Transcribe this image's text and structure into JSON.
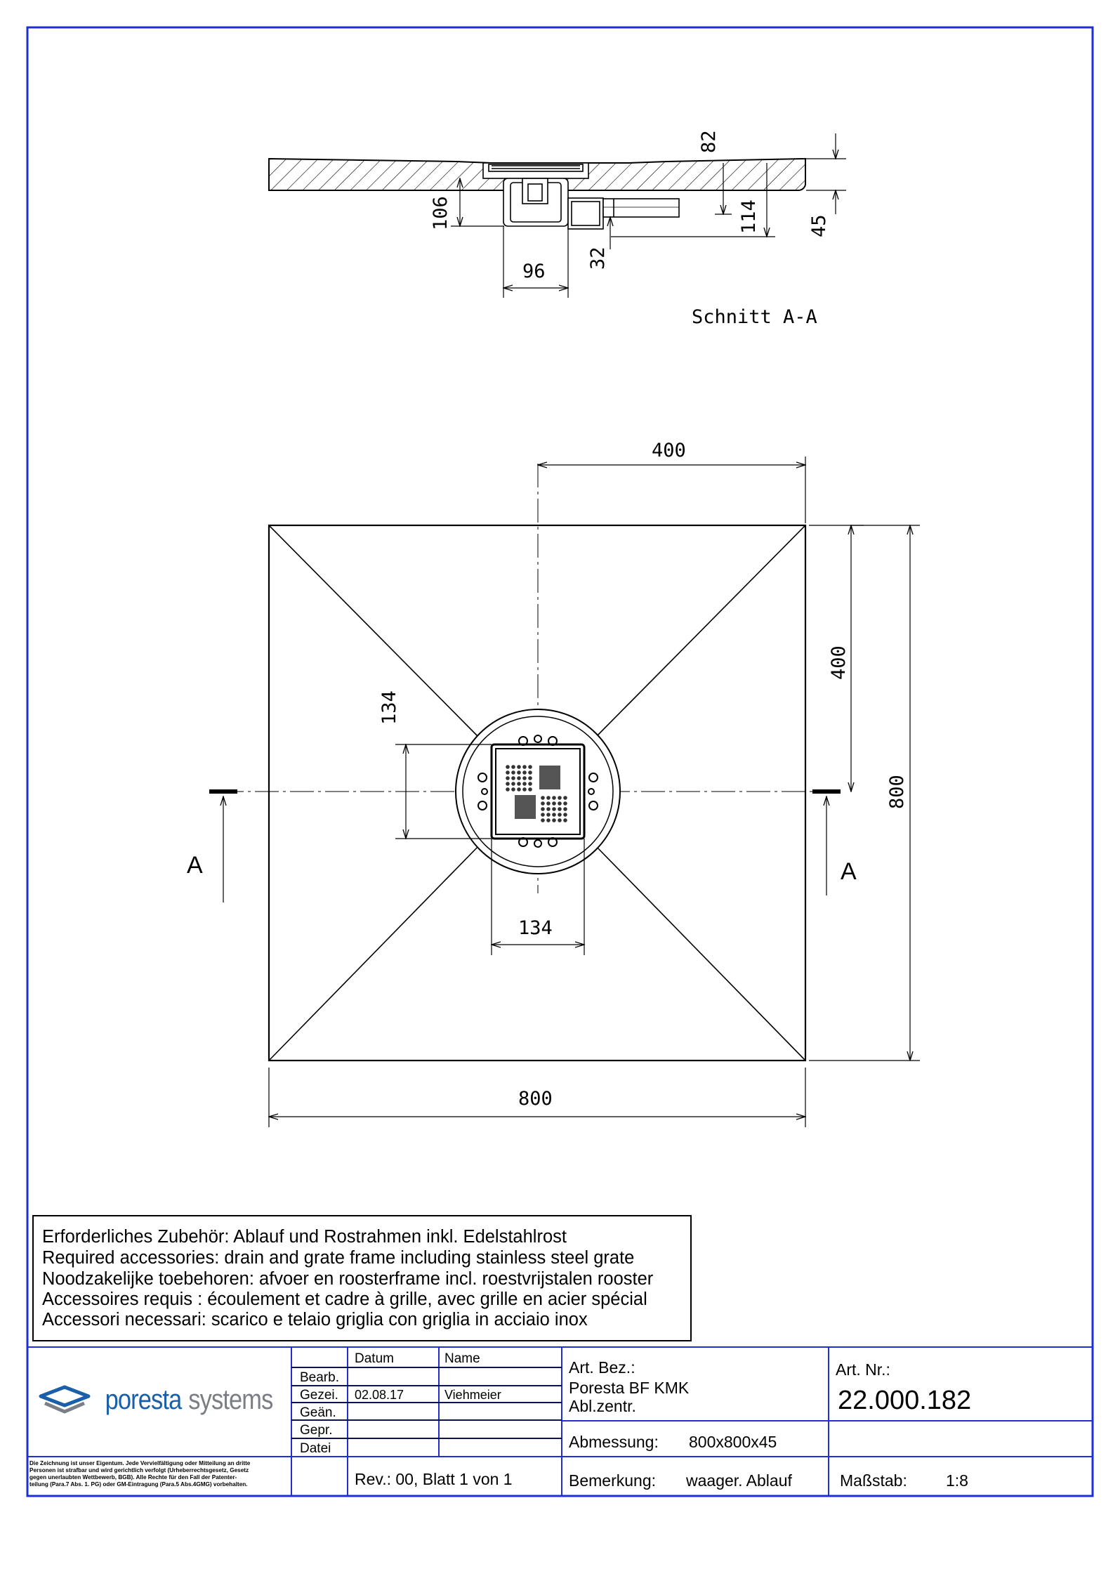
{
  "section": {
    "title": "Schnitt A-A",
    "dims": {
      "top_depth": "82",
      "total_depth": "106",
      "outlet_height": "114",
      "thickness": "45",
      "pipe_offset": "32",
      "drain_width": "96"
    }
  },
  "plan": {
    "dims": {
      "half_width": "400",
      "half_height": "400",
      "height": "800",
      "width": "800",
      "grate_v": "134",
      "grate_h": "134"
    },
    "section_marker_left": "A",
    "section_marker_right": "A"
  },
  "accessories": [
    "Erforderliches Zubehör: Ablauf und Rostrahmen inkl. Edelstahlrost",
    "Required accessories: drain and grate frame including stainless steel grate",
    "Noodzakelijke toebehoren: afvoer en roosterframe incl. roestvrijstalen rooster",
    "Accessoires requis : écoulement et cadre à grille, avec grille en acier spécial",
    "Accessori necessari: scarico e telaio griglia con griglia in acciaio inox"
  ],
  "titleblock": {
    "logo": {
      "part1": "poresta",
      "part2": "systems"
    },
    "col_datum": "Datum",
    "col_name": "Name",
    "rows": [
      {
        "label": "Bearb.",
        "datum": "",
        "name": ""
      },
      {
        "label": "Gezei.",
        "datum": "02.08.17",
        "name": "Viehmeier"
      },
      {
        "label": "Geän.",
        "datum": "",
        "name": ""
      },
      {
        "label": "Gepr.",
        "datum": "",
        "name": ""
      },
      {
        "label": "Datei",
        "datum": "",
        "name": ""
      }
    ],
    "art_bez_label": "Art. Bez.:",
    "art_bez_line1": "Poresta BF KMK",
    "art_bez_line2": "Abl.zentr.",
    "art_nr_label": "Art. Nr.:",
    "art_nr": "22.000.182",
    "abmessung_label": "Abmessung:",
    "abmessung": "800x800x45",
    "bemerkung_label": "Bemerkung:",
    "bemerkung": "waager. Ablauf",
    "massstab_label": "Maßstab:",
    "massstab": "1:8",
    "rev": "Rev.:  00, Blatt 1 von 1",
    "legal": [
      "Die Zeichnung ist unser Eigentum. Jede Vervielfältigung oder Mitteilung an dritte",
      "Personen ist strafbar und wird gerichtlich verfolgt (Urheberrechtsgesetz, Gesetz",
      "gegen unerlaubten Wettbewerb, BGB). Alle Rechte für den Fall der Patenter-",
      "teilung (Para.7 Abs. 1. PG) oder GM-Eintragung (Para.5 Abs.4GMG) vorbehalten."
    ]
  },
  "colors": {
    "border": "#1f2fd6",
    "logo_blue": "#1b5fa8",
    "logo_grey": "#7a7f86"
  }
}
